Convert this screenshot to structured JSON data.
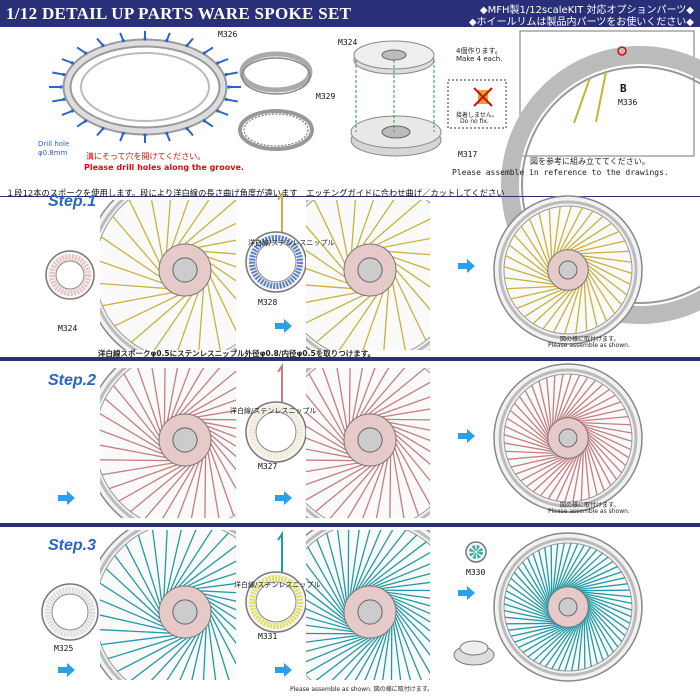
{
  "header": {
    "title": "1/12 DETAIL UP PARTS  WARE SPOKE SET",
    "right_line1": "◆MFH製1/12scaleKIT 対応オプションパーツ◆",
    "right_line2": "◆ホイールリムは製品内パーツをお使いください◆"
  },
  "top": {
    "drill_hole_label": "Drill hole",
    "drill_hole_size": "φ0.8mm",
    "drill_jp": "溝にそって穴を開けてください。",
    "drill_en": "Please drill holes along the groove.",
    "part_m326": "M326",
    "part_m329": "M329",
    "part_m324": "M324",
    "make4_jp": "4個作ります。",
    "make4_en": "Make 4 each.",
    "part_m317": "M317",
    "nofix_jp": "接着しません。",
    "nofix_en": "Do no fix.",
    "part_b": "B",
    "part_m336": "M336",
    "assemble_jp": "図を参考に組み立ててください。",
    "assemble_en": "Please assemble in reference to the drawings.",
    "qty_mark": "0"
  },
  "instruction": "１段12本のスポークを使用します。段により洋白線の長さ曲げ角度が違います　エッチングガイドに合わせ曲げ／カットしてください",
  "steps": [
    {
      "label": "Step.1",
      "part_a": "M324",
      "part_b": "M328",
      "wire_label": "洋白線/ステンレスニップル",
      "spec": "洋白線スポークφ0.5にステンレスニップル外径φ0.8/内径φ0.5を取りつけます。",
      "fix_jp": "図の様に取付けます。",
      "fix_en": "Please assemble as shown."
    },
    {
      "label": "Step.2",
      "part_b": "M327",
      "wire_label": "洋白線/ステンレスニップル",
      "fix_jp": "図の様に取付けます。",
      "fix_en": "Please assemble as shown."
    },
    {
      "label": "Step.3",
      "part_a": "M325",
      "part_b": "M331",
      "part_c": "M330",
      "wire_label": "洋白線/ステンレスニップル",
      "fix_combined": "Please assemble as shown. 図の様に取付けます。"
    }
  ],
  "colors": {
    "header_bg": "#2a2f7a",
    "step_blue": "#2a64c4",
    "arrow_blue": "#2aa0e8",
    "accent_red": "#d01010",
    "spoke_step1": "#c9b23a",
    "spoke_step2": "#c67d7d",
    "spoke_step3": "#1f9ba6"
  },
  "icons": [
    "wheel-diagram-icon",
    "arrow-right-icon",
    "spoke-wire-icon",
    "drill-arrow-icon"
  ]
}
